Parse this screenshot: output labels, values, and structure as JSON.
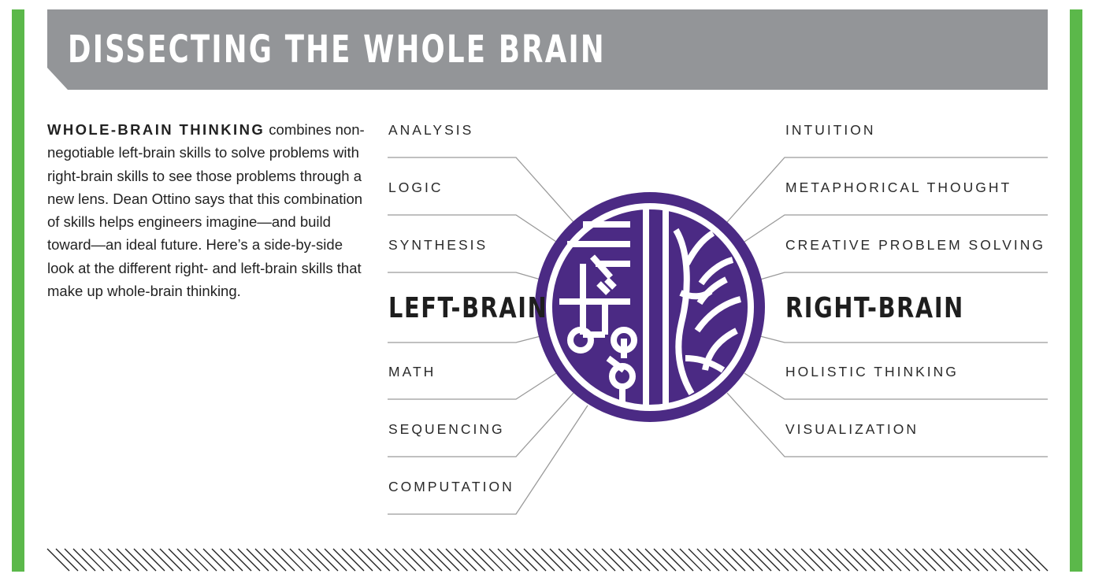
{
  "colors": {
    "accent_green": "#5bb84a",
    "banner_gray": "#939598",
    "brain_purple": "#4b2a84",
    "line_gray": "#9a9a9a"
  },
  "banner": {
    "title": "DISSECTING THE WHOLE BRAIN"
  },
  "intro": {
    "lead": "WHOLE-BRAIN THINKING",
    "body": " combines non-negotiable left-brain skills to solve problems with right-brain skills to see those problems through a new lens. Dean Ottino says that this combination of skills helps engineers imagine—and build toward—an ideal future. Here’s a side-by-side look at the different right- and left-brain skills that make up whole-brain thinking."
  },
  "left": {
    "heading": "LEFT-BRAIN",
    "skills": [
      "ANALYSIS",
      "LOGIC",
      "SYNTHESIS",
      "MATH",
      "SEQUENCING",
      "COMPUTATION"
    ]
  },
  "right": {
    "heading": "RIGHT-BRAIN",
    "skills": [
      "INTUITION",
      "METAPHORICAL THOUGHT",
      "CREATIVE PROBLEM SOLVING",
      "HOLISTIC THINKING",
      "VISUALIZATION"
    ]
  },
  "icons": {
    "brain": "brain-circuit-icon"
  }
}
